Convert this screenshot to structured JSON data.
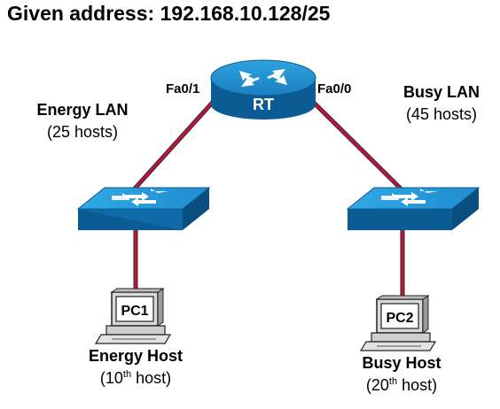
{
  "title": "Given address: 192.168.10.128/25",
  "router": {
    "label": "RT",
    "port_left": "Fa0/1",
    "port_right": "Fa0/0"
  },
  "lan_left": {
    "name": "Energy LAN",
    "hosts": "(25 hosts)"
  },
  "lan_right": {
    "name": "Busy LAN",
    "hosts": "(45 hosts)"
  },
  "pc_left": {
    "screen_label": "PC1",
    "name": "Energy Host",
    "ordinal_num": "10",
    "ordinal_suffix": "th",
    "ordinal_rest": " host)",
    "ordinal_open": "("
  },
  "pc_right": {
    "screen_label": "PC2",
    "name": "Busy Host",
    "ordinal_num": "20",
    "ordinal_suffix": "th",
    "ordinal_rest": " host)",
    "ordinal_open": "("
  },
  "colors": {
    "link": "#c0143c",
    "device_blue": "#1e88c8",
    "device_dark": "#0b5c94"
  },
  "icons": [
    "router-icon",
    "switch-icon",
    "pc-icon"
  ]
}
